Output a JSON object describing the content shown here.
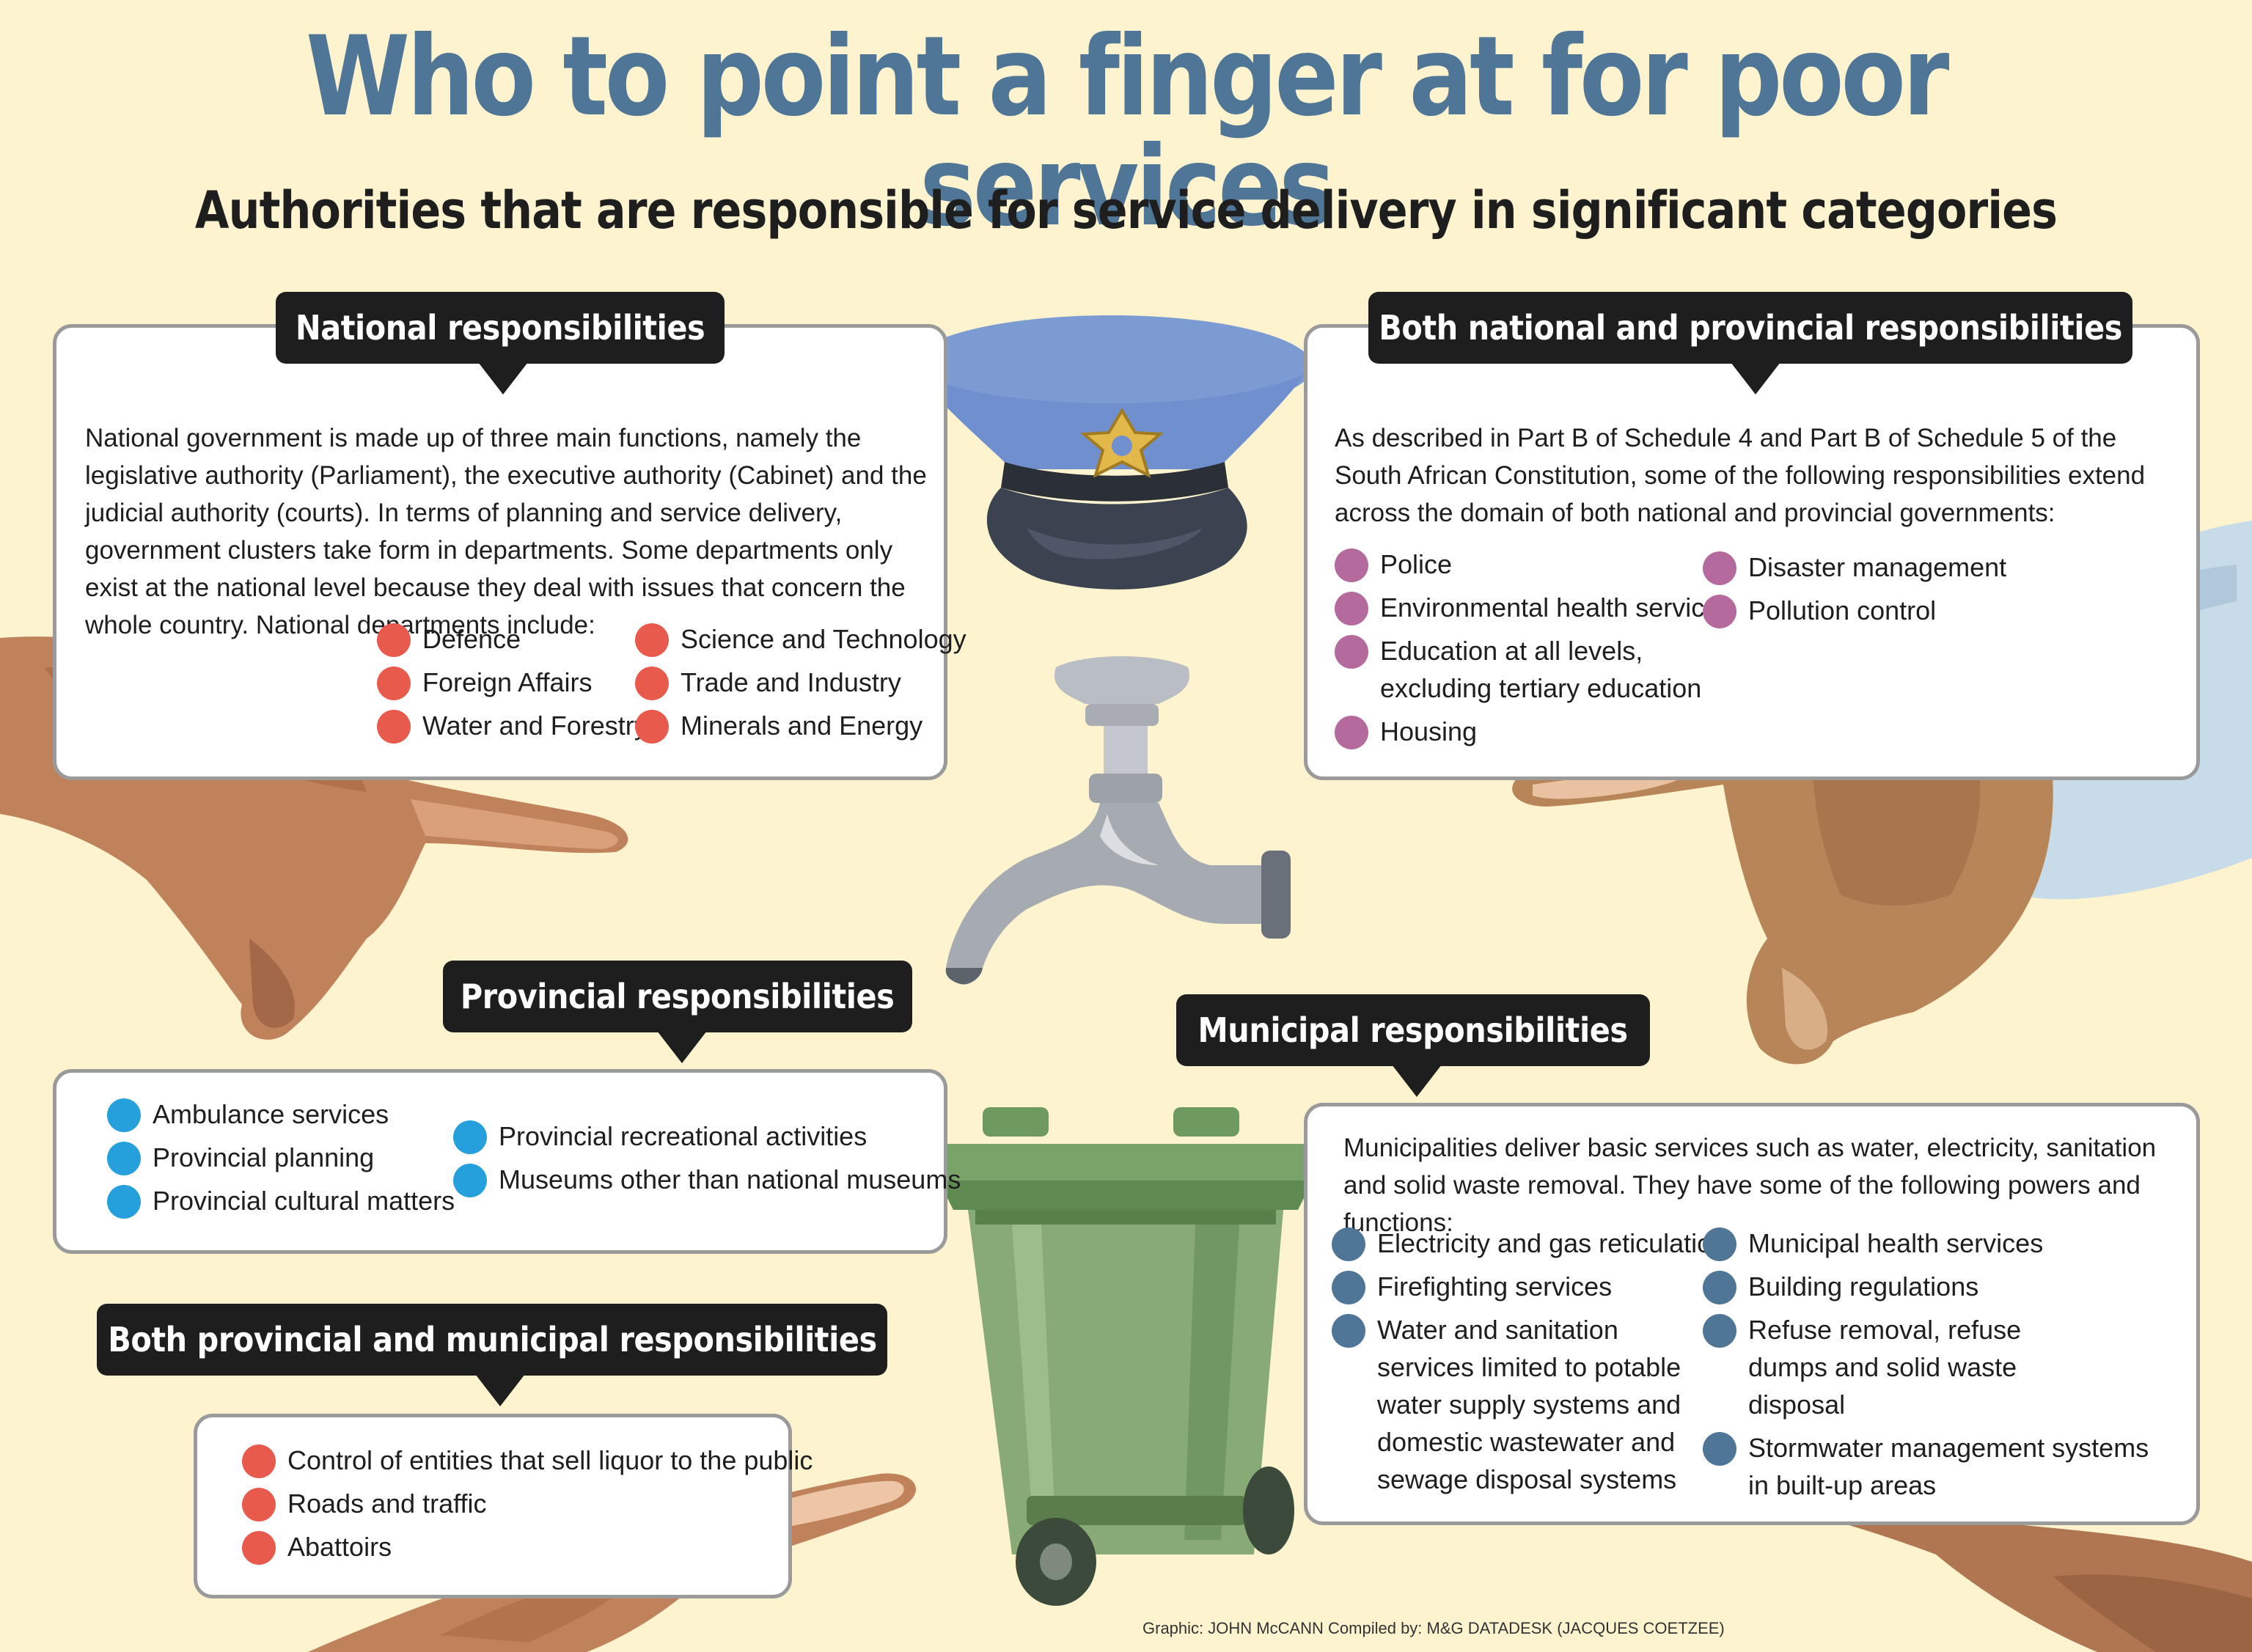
{
  "header": {
    "title": "Who to point a finger at for poor services",
    "subtitle": "Authorities that are responsible for service delivery in significant categories"
  },
  "colors": {
    "background": "#fdf3cf",
    "title_blue": "#4f7597",
    "national_dot": "#e85a4c",
    "national_provincial_dot": "#b46a9c",
    "provincial_dot": "#26a0dc",
    "provincial_municipal_dot": "#e85a4c",
    "municipal_dot": "#4f7597"
  },
  "national": {
    "heading": "National responsibilities",
    "text": "National government is made up of three main functions, namely the legislative authority (Parliament), the executive authority (Cabinet) and the judicial authority (courts). In terms of planning and service delivery, government clusters take form in departments. Some departments only exist at the national level because they deal with issues that concern the whole country. National departments include:",
    "items_left": [
      "Defence",
      "Foreign Affairs",
      "Water and Forestry"
    ],
    "items_right": [
      "Science and Technology",
      "Trade and Industry",
      "Minerals and Energy"
    ]
  },
  "national_provincial": {
    "heading": "Both national and provincial responsibilities",
    "text": "As described in Part B of Schedule 4 and  Part B of Schedule 5 of the South African Constitution, some of the following responsibilities extend across the domain of both national and provincial governments:",
    "items_left": [
      "Police",
      "Environmental health services",
      "Education at all levels, excluding tertiary education",
      "Housing"
    ],
    "items_right": [
      "Disaster management",
      "Pollution control"
    ]
  },
  "provincial": {
    "heading": "Provincial responsibilities",
    "items_left": [
      "Ambulance services",
      "Provincial planning",
      "Provincial cultural matters"
    ],
    "items_right": [
      "Provincial recreational activities",
      "Museums other than national museums"
    ]
  },
  "provincial_municipal": {
    "heading": "Both provincial and municipal responsibilities",
    "items": [
      "Control of entities that sell liquor to the public",
      "Roads and traffic",
      "Abattoirs"
    ]
  },
  "municipal": {
    "heading": "Municipal responsibilities",
    "text": "Municipalities deliver basic services such as water, electricity, sanitation and solid waste removal. They have some of the following powers and functions:",
    "items_left": [
      "Electricity and gas reticulation",
      "Firefighting services",
      "Water and sanitation services limited to potable water supply systems and domestic wastewater and sewage disposal systems"
    ],
    "items_right": [
      "Municipal health services",
      "Building regulations",
      "Refuse removal, refuse dumps and solid waste disposal",
      "Stormwater management systems in built-up areas"
    ]
  },
  "credit": "Graphic: JOHN McCANN  Compiled by: M&G DATADESK (JACQUES COETZEE)",
  "illustrations": [
    "police-cap-icon",
    "water-tap-icon",
    "wheelie-bin-icon",
    "pointing-hand-icon"
  ]
}
